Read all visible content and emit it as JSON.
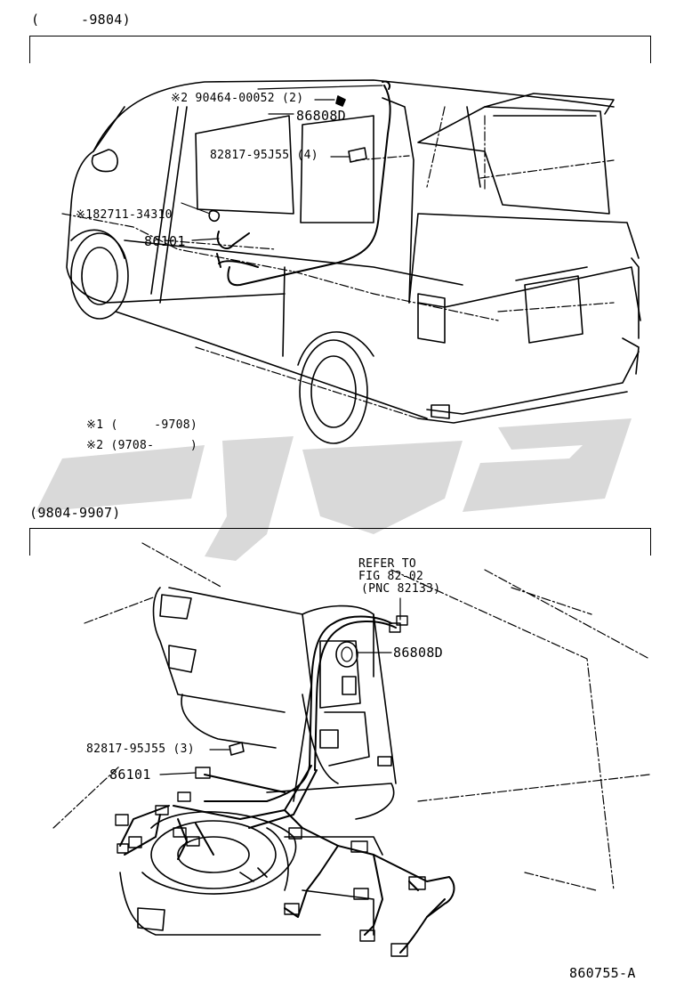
{
  "section1": {
    "header": "(     -9804)",
    "labels": {
      "clip_note2": "※2 90464-00052 (2)",
      "wire_86808d": "86808D",
      "clamp_82817": "82817-95J55 (4)",
      "clip_note1": "※182711-34310",
      "wire_86101": "86101"
    },
    "legend": {
      "note1": "※1 (     -9708)",
      "note2": "※2 (9708-     )"
    }
  },
  "section2": {
    "header": "(9804-9907)",
    "labels": {
      "refer_line1": "REFER TO",
      "refer_line2": "FIG 82-02",
      "refer_line3": "(PNC 82133)",
      "wire_86808d": "86808D",
      "clamp_82817": "82817-95J55 (3)",
      "wire_86101": "86101"
    }
  },
  "figure_id": "860755-A",
  "watermark_color": "#d9d9d9",
  "line_color": "#000000"
}
